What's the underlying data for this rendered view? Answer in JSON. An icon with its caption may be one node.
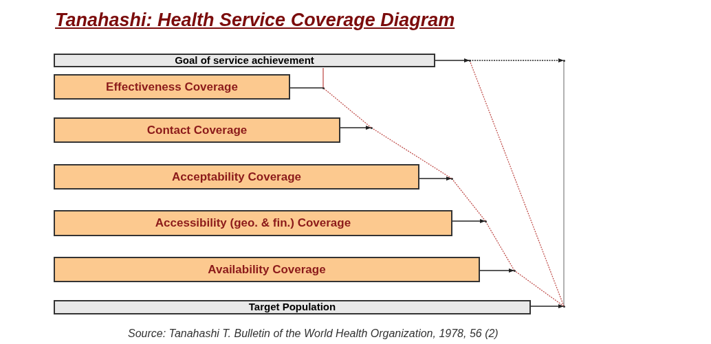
{
  "diagram": {
    "title": "Tanahashi: Health Service Coverage Diagram",
    "caption": "Source: Tanahashi T. Bulletin of the World Health Organization, 1978, 56 (2)",
    "nodes": [
      {
        "text": [
          "Goal of service achievement"
        ]
      },
      {
        "text": [
          "Effectiveness Coverage"
        ]
      },
      {
        "text": [
          "Contact Coverage"
        ]
      },
      {
        "text": [
          "Acceptability Coverage"
        ]
      },
      {
        "text": [
          "Accessibility (geo. & fin.) Coverage"
        ]
      },
      {
        "text": [
          "Availability Coverage"
        ]
      },
      {
        "text": [
          "Target Population"
        ]
      },
      {
        "text": [],
        "shape": "dot"
      },
      {
        "text": [],
        "shape": "dot"
      },
      {
        "text": [],
        "shape": "dot"
      },
      {
        "text": [],
        "shape": "dot"
      },
      {
        "text": [],
        "shape": "dot"
      },
      {
        "text": [],
        "shape": "dot"
      },
      {
        "text": [],
        "shape": "dot"
      },
      {
        "text": [],
        "shape": "dot"
      }
    ],
    "edges": [
      {
        "from": 0,
        "to": 7,
        "arrow": "to"
      },
      {
        "from": 1,
        "to": 9,
        "arrow": "none"
      },
      {
        "from": 2,
        "to": 10,
        "arrow": "to"
      },
      {
        "from": 3,
        "to": 11,
        "arrow": "to"
      },
      {
        "from": 4,
        "to": 12,
        "arrow": "to"
      },
      {
        "from": 5,
        "to": 13,
        "arrow": "to"
      },
      {
        "from": 6,
        "to": 14,
        "arrow": "to"
      },
      {
        "from": 7,
        "to": 8,
        "arrow": "to",
        "style": "dashed"
      },
      {
        "from": 14,
        "to": 8,
        "arrow": "none",
        "color": "#888888"
      },
      {
        "from": 14,
        "to": 13,
        "arrow": "none",
        "style": "dashed",
        "color": "#c0504d"
      },
      {
        "from": 13,
        "to": 12,
        "arrow": "none",
        "style": "dashed",
        "color": "#c0504d"
      },
      {
        "from": 12,
        "to": 11,
        "arrow": "none",
        "style": "dashed",
        "color": "#c0504d"
      },
      {
        "from": 11,
        "to": 10,
        "arrow": "none",
        "style": "dashed",
        "color": "#c0504d"
      },
      {
        "from": 10,
        "to": 9,
        "arrow": "none",
        "style": "dashed",
        "color": "#c0504d"
      },
      {
        "from": 14,
        "to": 7,
        "arrow": "none",
        "style": "dashed",
        "color": "#c0504d"
      },
      {
        "from": 9,
        "to": 0,
        "arrow": "none",
        "color": "#c0504d"
      }
    ]
  }
}
